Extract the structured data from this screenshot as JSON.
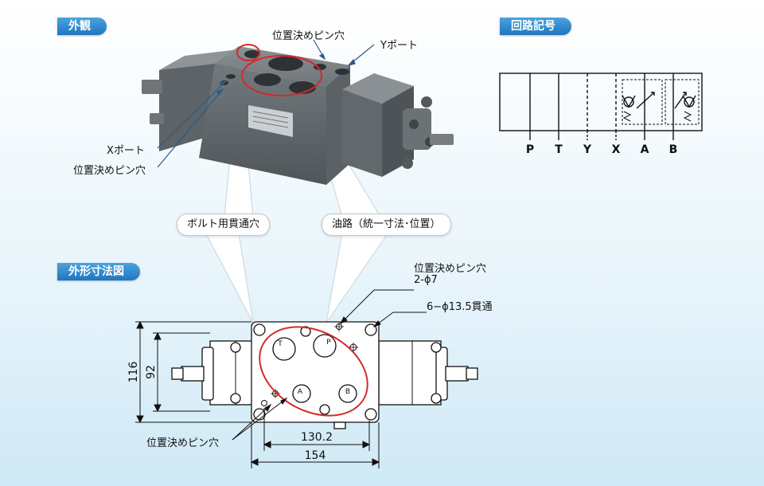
{
  "sections": {
    "exterior": "外観",
    "circuit_symbol": "回路記号",
    "outline_dimensions": "外形寸法図"
  },
  "photo_labels": {
    "locating_pin_hole_top": "位置決めピン穴",
    "y_port": "Yポート",
    "x_port": "Xポート",
    "locating_pin_hole_left": "位置決めピン穴"
  },
  "callouts": {
    "bolt_hole": "ボルト用貫通穴",
    "oil_path": "油路（統一寸法･位置）"
  },
  "drawing_labels": {
    "pin_hole_title": "位置決めピン穴",
    "pin_hole_spec": "2-ϕ7",
    "through_hole_spec": "6−ϕ13.5貫通",
    "pin_hole_bottom": "位置決めピン穴"
  },
  "dimensions": {
    "height_outer": "116",
    "height_inner": "92",
    "width_inner": "130.2",
    "width_outer": "154"
  },
  "ports": {
    "symbol": [
      "P",
      "T",
      "Y",
      "X",
      "A",
      "B"
    ],
    "face": {
      "T": "T",
      "P": "P",
      "A": "A",
      "B": "B"
    }
  },
  "colors": {
    "accent": "#1f76c0",
    "highlight_red": "#d42a2a"
  }
}
